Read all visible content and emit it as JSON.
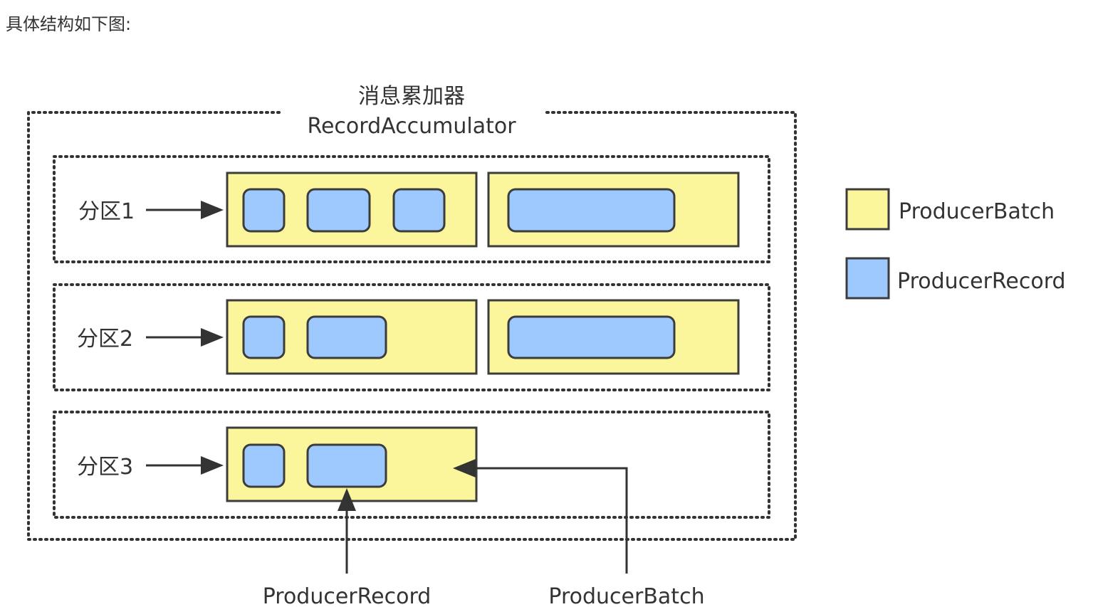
{
  "intro_text": "具体结构如下图:",
  "accumulator": {
    "title_cn": "消息累加器",
    "title_en": "RecordAccumulator"
  },
  "partitions": [
    {
      "label": "分区1",
      "batches": [
        {
          "records": 3
        },
        {
          "records": 1
        }
      ]
    },
    {
      "label": "分区2",
      "batches": [
        {
          "records": 2
        },
        {
          "records": 1
        }
      ]
    },
    {
      "label": "分区3",
      "batches": [
        {
          "records": 2
        }
      ]
    }
  ],
  "bottom_labels": {
    "record": "ProducerRecord",
    "batch": "ProducerBatch"
  },
  "legend": [
    {
      "label": "ProducerBatch",
      "icon": "producer-batch-swatch"
    },
    {
      "label": "ProducerRecord",
      "icon": "producer-record-swatch"
    }
  ],
  "colors": {
    "batch": "#fbf59b",
    "record": "#9ec9ff",
    "stroke": "#333333"
  }
}
